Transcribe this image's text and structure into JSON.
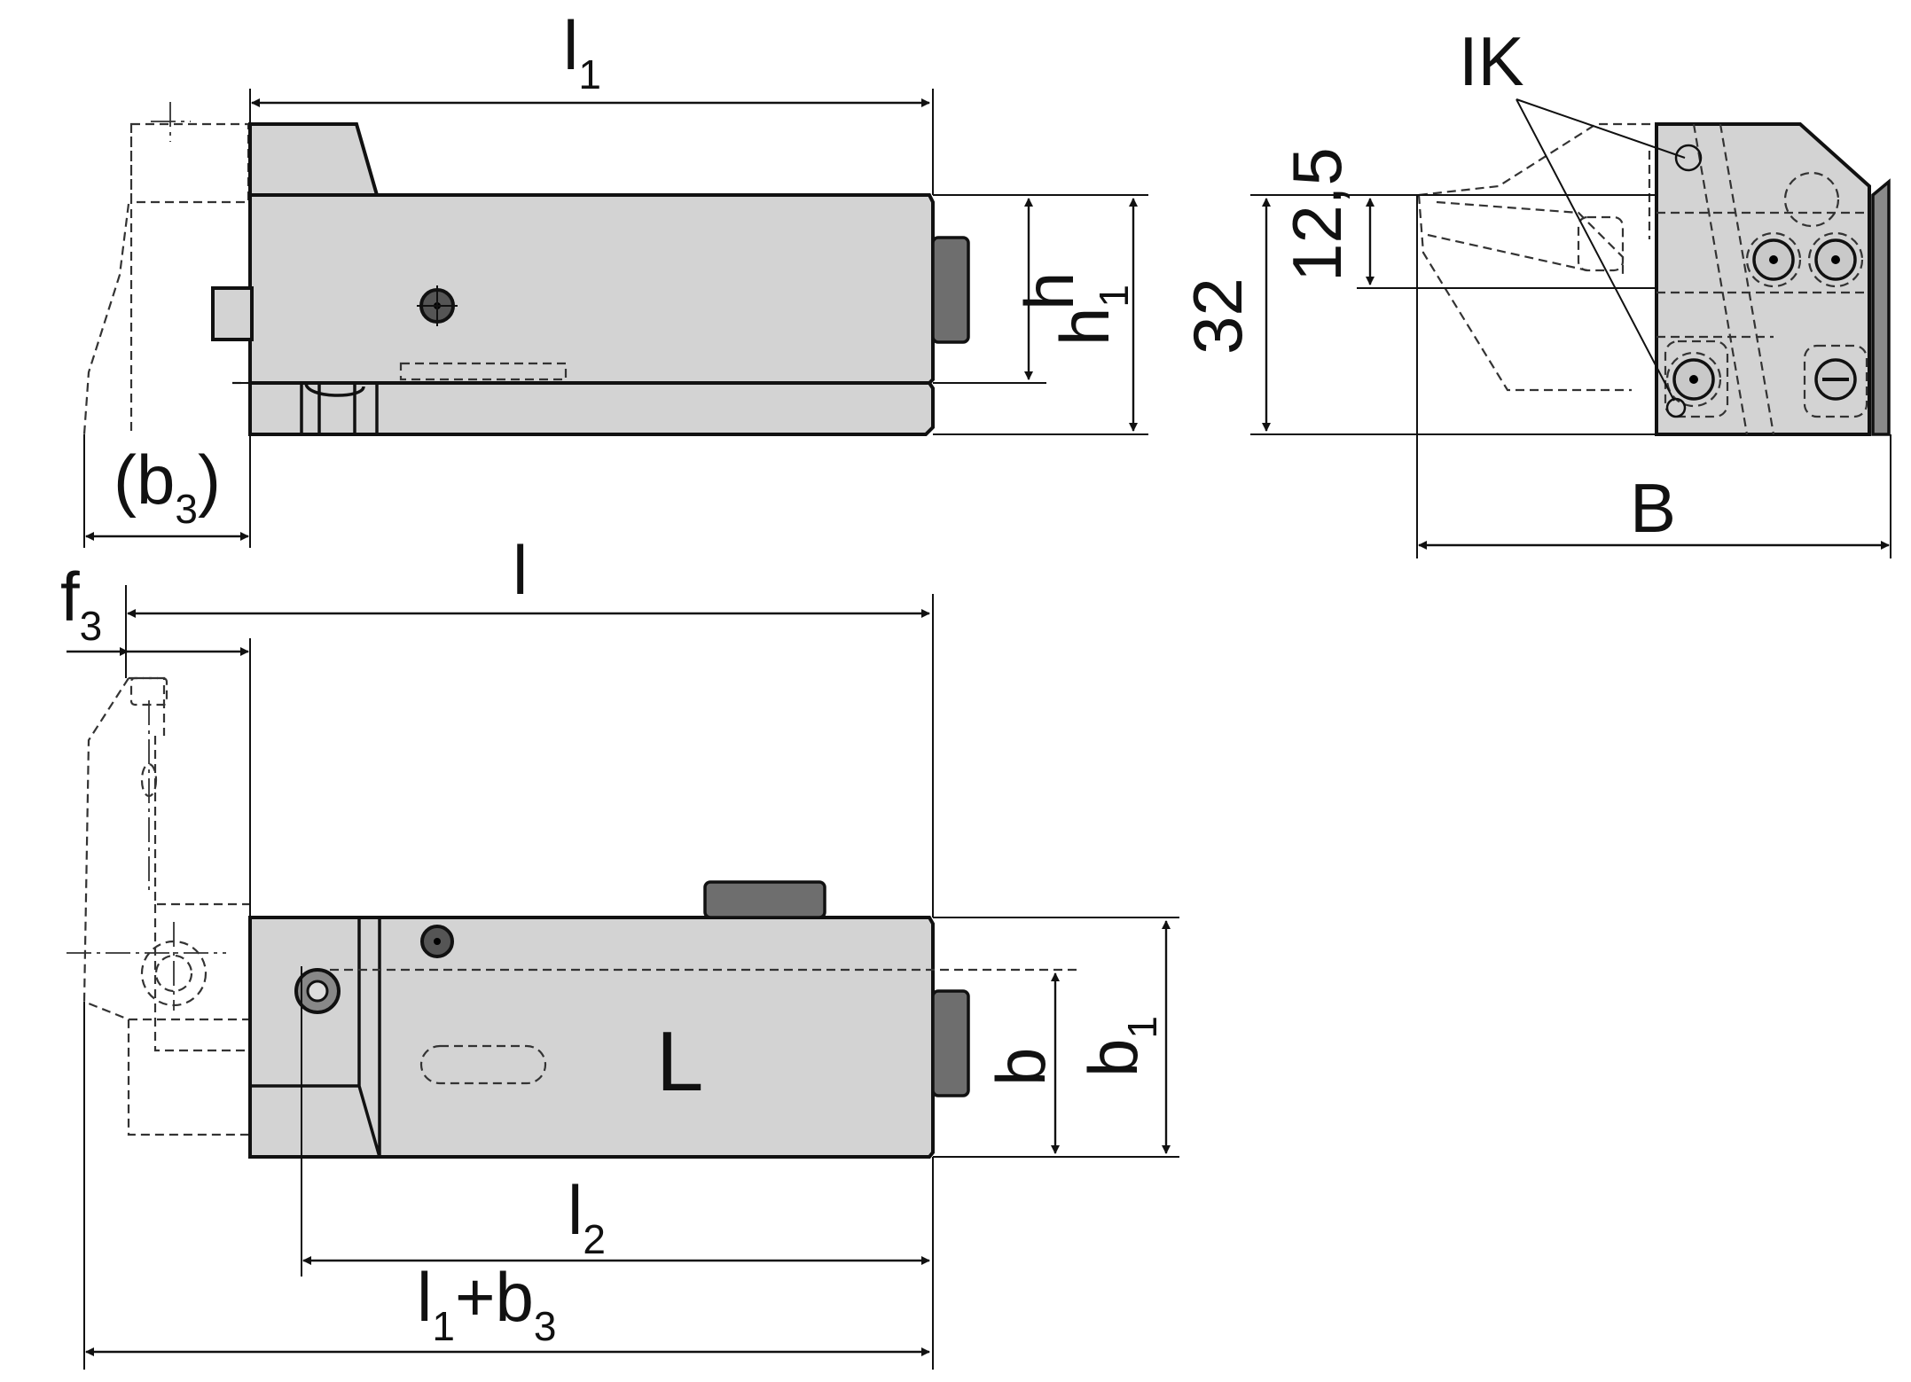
{
  "labels": {
    "l1": {
      "main": "l",
      "sub": "1"
    },
    "b3": {
      "open": "(b",
      "sub": "3",
      "close": ")"
    },
    "h": "h",
    "h1": {
      "main": "h",
      "sub": "1"
    },
    "n32": "32",
    "n125": "12,5",
    "ik": "IK",
    "B": "B",
    "l": "l",
    "f3": {
      "main": "f",
      "sub": "3"
    },
    "L": "L",
    "b": "b",
    "b1": {
      "main": "b",
      "sub": "1"
    },
    "l2": {
      "main": "l",
      "sub": "2"
    },
    "l1b3": {
      "a": "l",
      "a_sub": "1",
      "plus": "+b",
      "b_sub": "3"
    }
  }
}
